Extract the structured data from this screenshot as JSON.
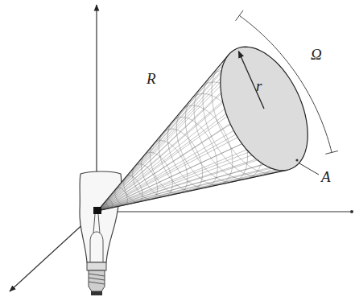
{
  "diagram": {
    "labels": [
      "R",
      "r",
      "Ω",
      "A"
    ]
  }
}
